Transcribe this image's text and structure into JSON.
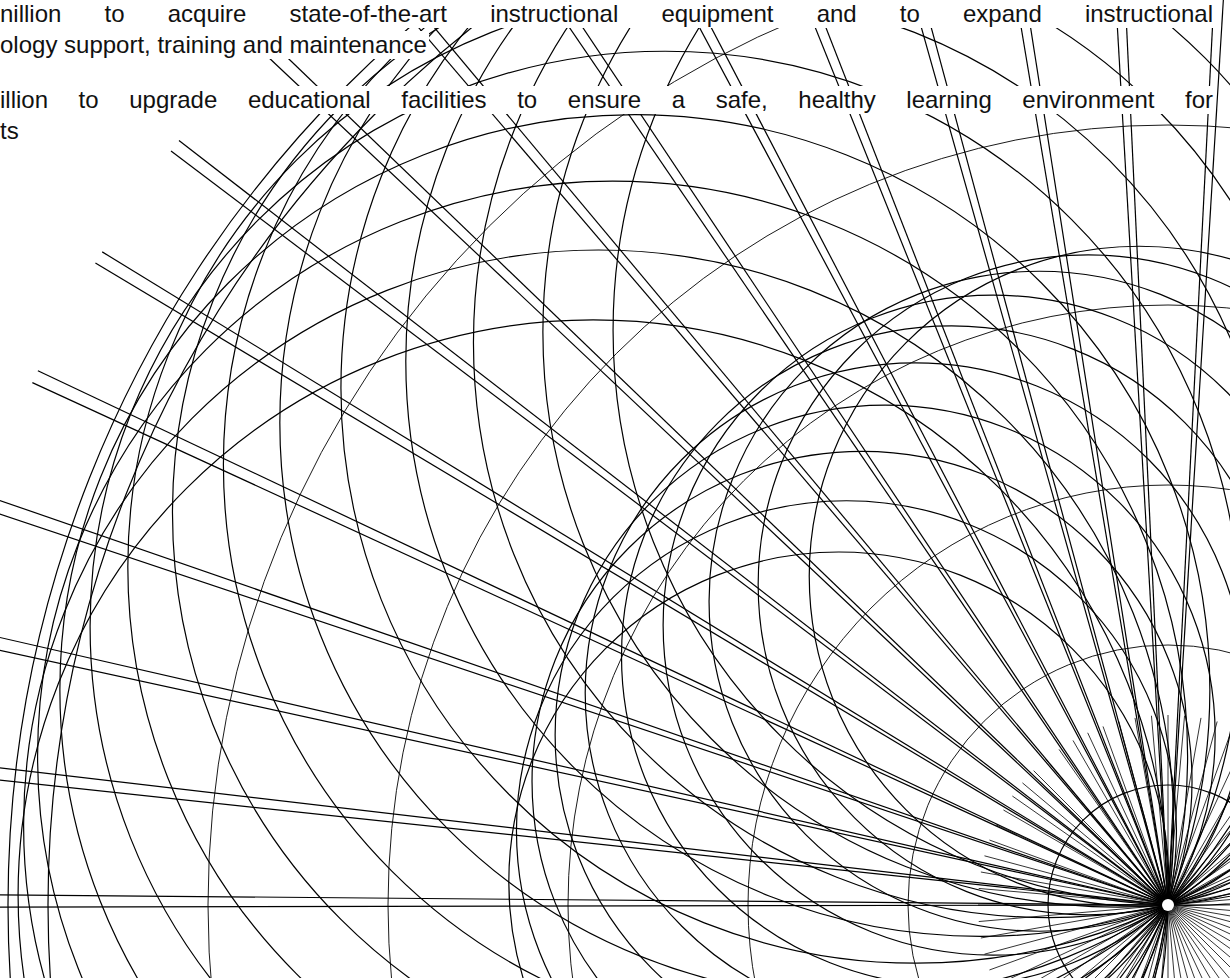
{
  "diagram": {
    "labels": [
      "nillion to acquire state-of-the-art instructional equipment and to expand instructional",
      "ology support, training and maintenance",
      "illion to upgrade educational facilities to ensure a safe, healthy learning environment for",
      "ts"
    ]
  }
}
